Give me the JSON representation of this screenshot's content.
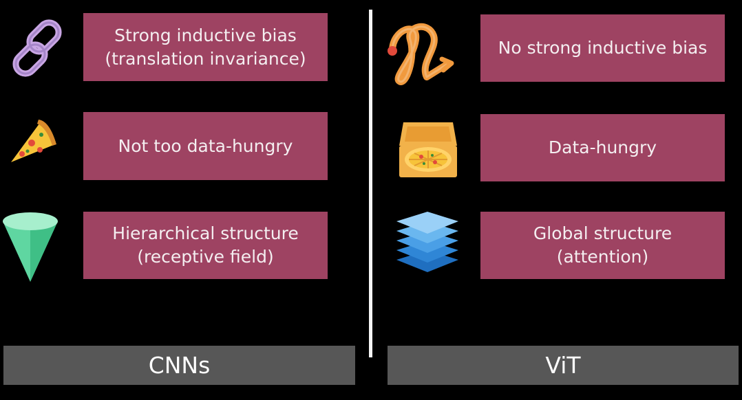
{
  "cnn": {
    "label": "CNNs",
    "items": [
      {
        "icon": "chain-link-icon",
        "lines": [
          "Strong inductive bias",
          "(translation invariance)"
        ]
      },
      {
        "icon": "pizza-slice-icon",
        "lines": [
          "Not too data-hungry"
        ]
      },
      {
        "icon": "cone-icon",
        "lines": [
          "Hierarchical structure",
          "(receptive field)"
        ]
      }
    ]
  },
  "vit": {
    "label": "ViT",
    "items": [
      {
        "icon": "squiggle-path-icon",
        "lines": [
          "No strong inductive bias"
        ]
      },
      {
        "icon": "pizza-box-icon",
        "lines": [
          "Data-hungry"
        ]
      },
      {
        "icon": "layers-stack-icon",
        "lines": [
          "Global structure",
          "(attention)"
        ]
      }
    ]
  },
  "colors": {
    "box": "#9e4362",
    "footer": "#575757",
    "background": "#000000",
    "divider": "#f4f4f4"
  }
}
